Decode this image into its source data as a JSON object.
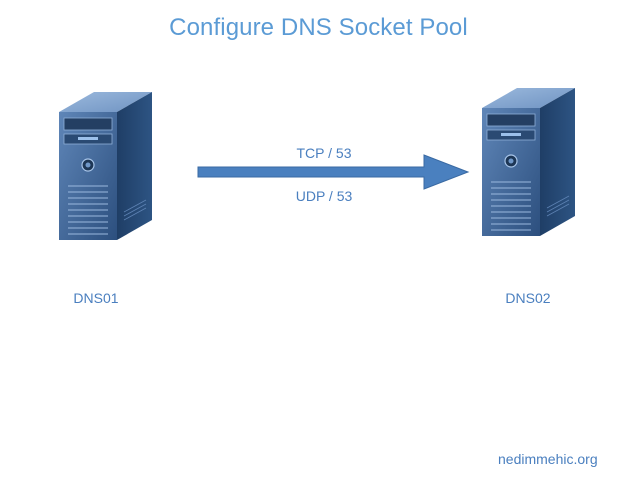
{
  "title": "Configure DNS Socket Pool",
  "servers": [
    {
      "label": "DNS01"
    },
    {
      "label": "DNS02"
    }
  ],
  "connection": {
    "label_top": "TCP / 53",
    "label_bottom": "UDP / 53",
    "direction": "DNS01 -> DNS02"
  },
  "footer": "nedimmehic.org",
  "colors": {
    "title": "#5b9bd5",
    "labels": "#4a7fbf",
    "arrow": "#4a80bf",
    "server_body": "#3a5f8f"
  }
}
